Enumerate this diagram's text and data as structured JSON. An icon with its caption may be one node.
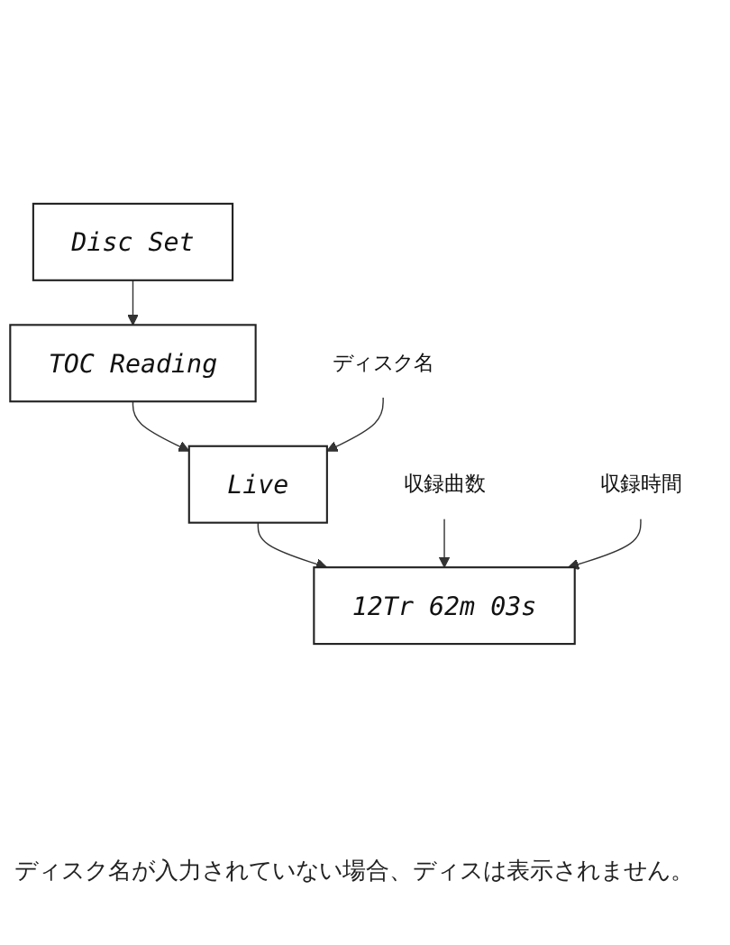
{
  "diagram": {
    "nodes": [
      {
        "text": [
          "Disc Set"
        ]
      },
      {
        "text": [
          "TOC Reading"
        ]
      },
      {
        "text": [
          "ディスク名"
        ]
      },
      {
        "text": [
          "Live"
        ]
      },
      {
        "text": [
          "収録曲数"
        ]
      },
      {
        "text": [
          "収録時間"
        ]
      },
      {
        "text": [
          "12Tr 62m 03s"
        ]
      }
    ],
    "edges": [
      {
        "from": 0,
        "to": 1,
        "arrow": "to"
      },
      {
        "from": 1,
        "to": 3,
        "arrow": "to"
      },
      {
        "from": 2,
        "to": 3,
        "arrow": "to"
      },
      {
        "from": 3,
        "to": 6,
        "arrow": "to"
      },
      {
        "from": 4,
        "to": 6,
        "arrow": "to"
      },
      {
        "from": 5,
        "to": 6,
        "arrow": "to"
      }
    ],
    "labels": [
      "ディスク名が入力されていない場合、ディスは表示されません。"
    ]
  }
}
